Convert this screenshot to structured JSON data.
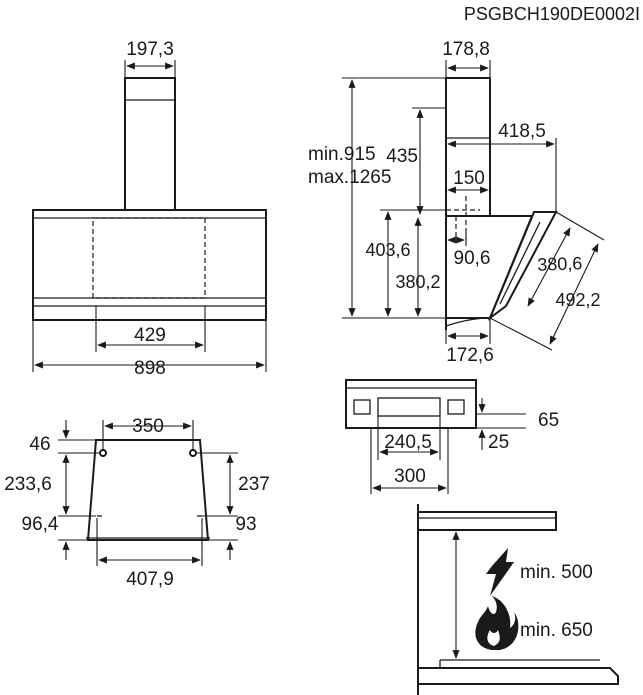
{
  "header": {
    "code": "PSGBCH190DE0002I"
  },
  "front_view": {
    "chimney_width": "197,3",
    "bracket_spacing": "429",
    "total_width": "898"
  },
  "side_view": {
    "chimney_depth": "178,8",
    "top_depth": "418,5",
    "height_range_1": "min.915",
    "height_range_2": "max.1265",
    "chimney_height": "435",
    "outlet_offset": "150",
    "height_back": "403,6",
    "height_inner": "380,2",
    "outlet_from_wall": "90,6",
    "panel_height": "380,6",
    "panel_length": "492,2",
    "bottom_depth": "172,6"
  },
  "mounting_view": {
    "top_holes_spacing": "350",
    "top_offset": "46",
    "left_vertical": "233,6",
    "right_vertical": "237",
    "left_bottom": "96,4",
    "right_bottom": "93",
    "bottom_holes_spacing": "407,9"
  },
  "top_view": {
    "offset_65": "65",
    "offset_25": "25",
    "inner_width": "240,5",
    "outer_width": "300"
  },
  "clearance": {
    "electric": "min. 500",
    "gas": "min. 650"
  },
  "icons": {
    "electric": "lightning-bolt-icon",
    "gas": "flame-icon"
  }
}
